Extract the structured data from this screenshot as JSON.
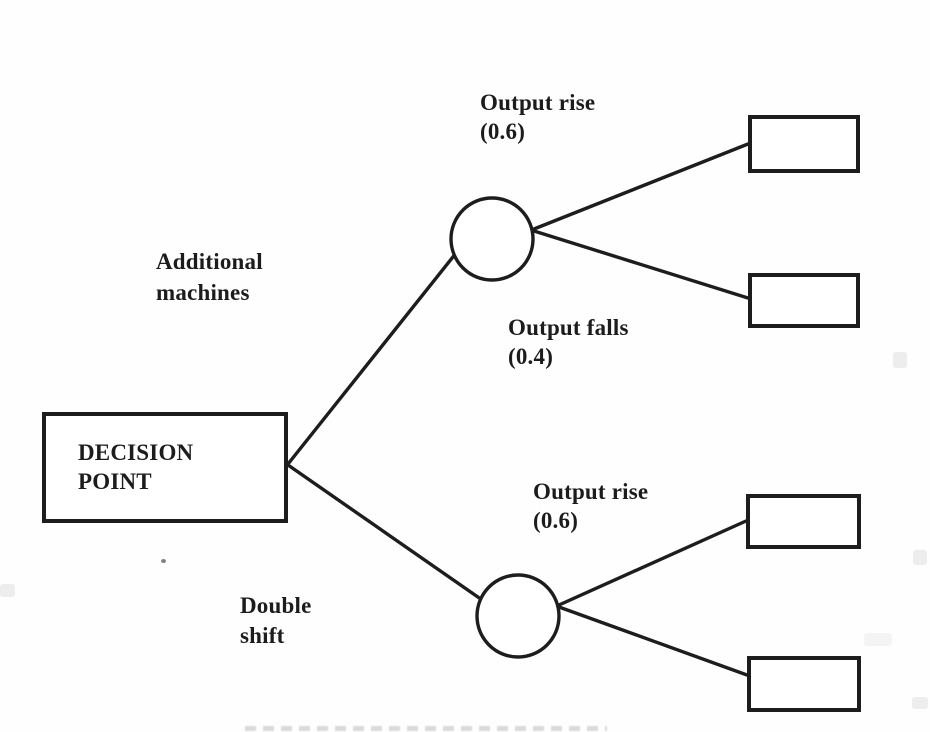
{
  "figure_type": "decision-tree",
  "ink_color": "#1d1d1d",
  "labels": {
    "decision_box": "DECISION\nPOINT",
    "branch_top_action": "Additional\nmachines",
    "branch_bottom_action": "Double\nshift",
    "top_chance_rise": "Output rise\n(0.6)",
    "top_chance_fall": "Output falls\n(0.4)",
    "bottom_chance_rise": "Output rise\n(0.6)"
  },
  "tree": {
    "root": "DECISION POINT",
    "branches": [
      {
        "action": "Additional machines",
        "node": "chance-circle",
        "outcomes": [
          {
            "event": "Output rise",
            "probability": "0.6",
            "payoff_box": "empty"
          },
          {
            "event": "Output falls",
            "probability": "0.4",
            "payoff_box": "empty"
          }
        ]
      },
      {
        "action": "Double shift",
        "node": "chance-circle",
        "outcomes": [
          {
            "event": "Output rise",
            "probability": "0.6",
            "payoff_box": "empty"
          },
          {
            "event": "",
            "probability": "",
            "payoff_box": "empty"
          }
        ]
      }
    ]
  }
}
